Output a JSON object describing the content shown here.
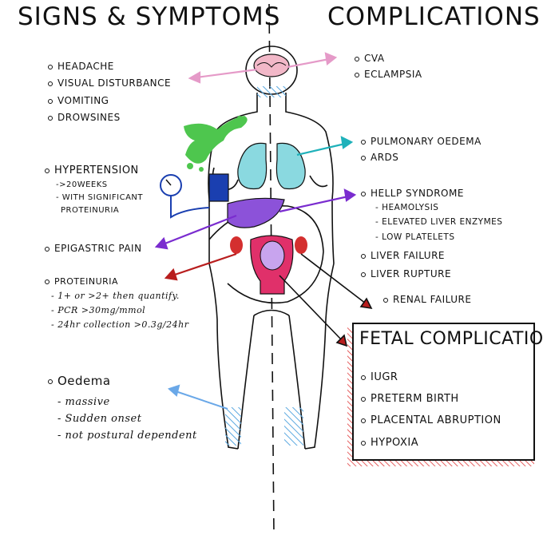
{
  "titles": {
    "left": "SIGNS & SYMPTOMS",
    "right": "COMPLICATIONS"
  },
  "signs": {
    "neuro": [
      "HEADACHE",
      "VISUAL DISTURBANCE",
      "VOMITING",
      "DROWSINES"
    ],
    "hypertension": {
      "label": "HYPERTENSION",
      "subs": [
        "->20WEEKS",
        "- WITH SIGNIFICANT",
        "PROTEINURIA"
      ]
    },
    "epigastric": "EPIGASTRIC PAIN",
    "proteinuria": {
      "label": "PROTEINURIA",
      "subs": [
        "- 1+ or >2+ then quantify.",
        "- PCR >30mg/mmol",
        "- 24hr collection >0.3g/24hr"
      ]
    },
    "oedema": {
      "label": "Oedema",
      "subs": [
        "- massive",
        "- Sudden onset",
        "- not postural dependent"
      ]
    }
  },
  "complications": {
    "brain": [
      "CVA",
      "ECLAMPSIA"
    ],
    "lungs": [
      "PULMONARY OEDEMA",
      "ARDS"
    ],
    "liver": {
      "label": "HELLP SYNDROME",
      "subs": [
        "- HEAMOLYSIS",
        "- ELEVATED LIVER ENZYMES",
        "- LOW PLATELETS"
      ]
    },
    "liver_more": [
      "LIVER FAILURE",
      "LIVER RUPTURE"
    ],
    "kidney": "RENAL FAILURE"
  },
  "fetal": {
    "title": "FETAL COMPLICATIONS",
    "items": [
      "IUGR",
      "PRETERM BIRTH",
      "PLACENTAL ABRUPTION",
      "HYPOXIA"
    ]
  },
  "colors": {
    "brain": "#f2b8c8",
    "arrow_brain": "#e59ac8",
    "lungs": "#8ad9e0",
    "arrow_lungs": "#1fb1ba",
    "liver": "#8c52d9",
    "arrow_liver": "#7a2ccf",
    "kidney": "#d42f2f",
    "uterus": "#e0306a",
    "fetus": "#c8a4ee",
    "vomit": "#4ec64e",
    "cuff": "#1a3fb0",
    "oedema_hatch": "#5aa8e0",
    "fetal_hatch": "#e03a3a",
    "arrow_oedema": "#6aa8e8"
  }
}
